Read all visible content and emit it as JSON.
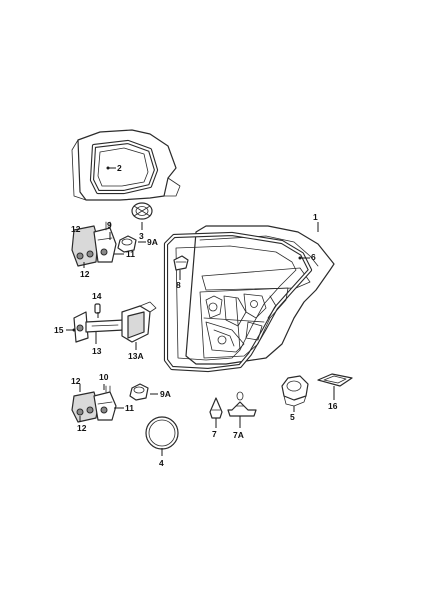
{
  "diagram": {
    "callouts": {
      "c1": "1",
      "c2": "2",
      "c3": "3",
      "c4": "4",
      "c5": "5",
      "c6": "6",
      "c7": "7",
      "c7a": "7A",
      "c8": "8",
      "c9": "9",
      "c9a_top": "9A",
      "c9a_bottom": "9A",
      "c10": "10",
      "c11_top": "11",
      "c11_bottom": "11",
      "c12_top_upper": "12",
      "c12_top_lower": "12",
      "c12_bottom_upper": "12",
      "c12_bottom_lower": "12",
      "c13": "13",
      "c13a": "13A",
      "c14": "14",
      "c15": "15",
      "c16": "16"
    }
  }
}
